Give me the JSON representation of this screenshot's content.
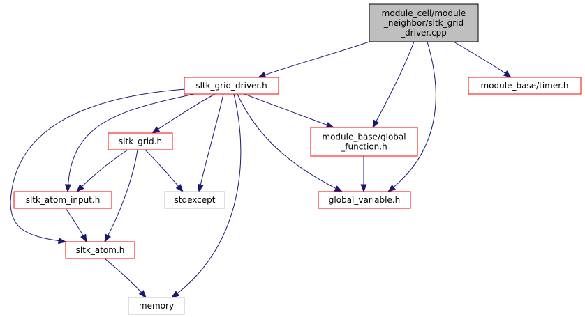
{
  "colors": {
    "root_fill": "#bfbfbf",
    "root_border": "#000000",
    "node_fill": "#ffffff",
    "linked_border": "#ff0000",
    "external_border": "#bfbfbf",
    "edge": "#191970"
  },
  "nodes": [
    {
      "id": "root",
      "kind": "root",
      "lines": [
        "module_cell/module",
        "_neighbor/sltk_grid",
        "_driver.cpp"
      ]
    },
    {
      "id": "grid_driver_h",
      "kind": "linked",
      "lines": [
        "sltk_grid_driver.h"
      ]
    },
    {
      "id": "timer_h",
      "kind": "linked",
      "lines": [
        "module_base/timer.h"
      ]
    },
    {
      "id": "global_function_h",
      "kind": "linked",
      "lines": [
        "module_base/global",
        "_function.h"
      ]
    },
    {
      "id": "grid_h",
      "kind": "linked",
      "lines": [
        "sltk_grid.h"
      ]
    },
    {
      "id": "atom_input_h",
      "kind": "linked",
      "lines": [
        "sltk_atom_input.h"
      ]
    },
    {
      "id": "stdexcept",
      "kind": "external",
      "lines": [
        "stdexcept"
      ]
    },
    {
      "id": "global_variable_h",
      "kind": "linked",
      "lines": [
        "global_variable.h"
      ]
    },
    {
      "id": "atom_h",
      "kind": "linked",
      "lines": [
        "sltk_atom.h"
      ]
    },
    {
      "id": "memory",
      "kind": "external",
      "lines": [
        "memory"
      ]
    }
  ],
  "edges": [
    {
      "from": "root",
      "to": "grid_driver_h"
    },
    {
      "from": "root",
      "to": "global_function_h"
    },
    {
      "from": "root",
      "to": "global_variable_h"
    },
    {
      "from": "root",
      "to": "timer_h"
    },
    {
      "from": "grid_driver_h",
      "to": "grid_h"
    },
    {
      "from": "grid_driver_h",
      "to": "atom_input_h"
    },
    {
      "from": "grid_driver_h",
      "to": "atom_h"
    },
    {
      "from": "grid_driver_h",
      "to": "stdexcept"
    },
    {
      "from": "grid_driver_h",
      "to": "memory"
    },
    {
      "from": "grid_driver_h",
      "to": "global_function_h"
    },
    {
      "from": "grid_driver_h",
      "to": "global_variable_h"
    },
    {
      "from": "grid_h",
      "to": "atom_input_h"
    },
    {
      "from": "grid_h",
      "to": "atom_h"
    },
    {
      "from": "grid_h",
      "to": "stdexcept"
    },
    {
      "from": "atom_input_h",
      "to": "atom_h"
    },
    {
      "from": "atom_h",
      "to": "memory"
    },
    {
      "from": "global_function_h",
      "to": "global_variable_h"
    }
  ]
}
